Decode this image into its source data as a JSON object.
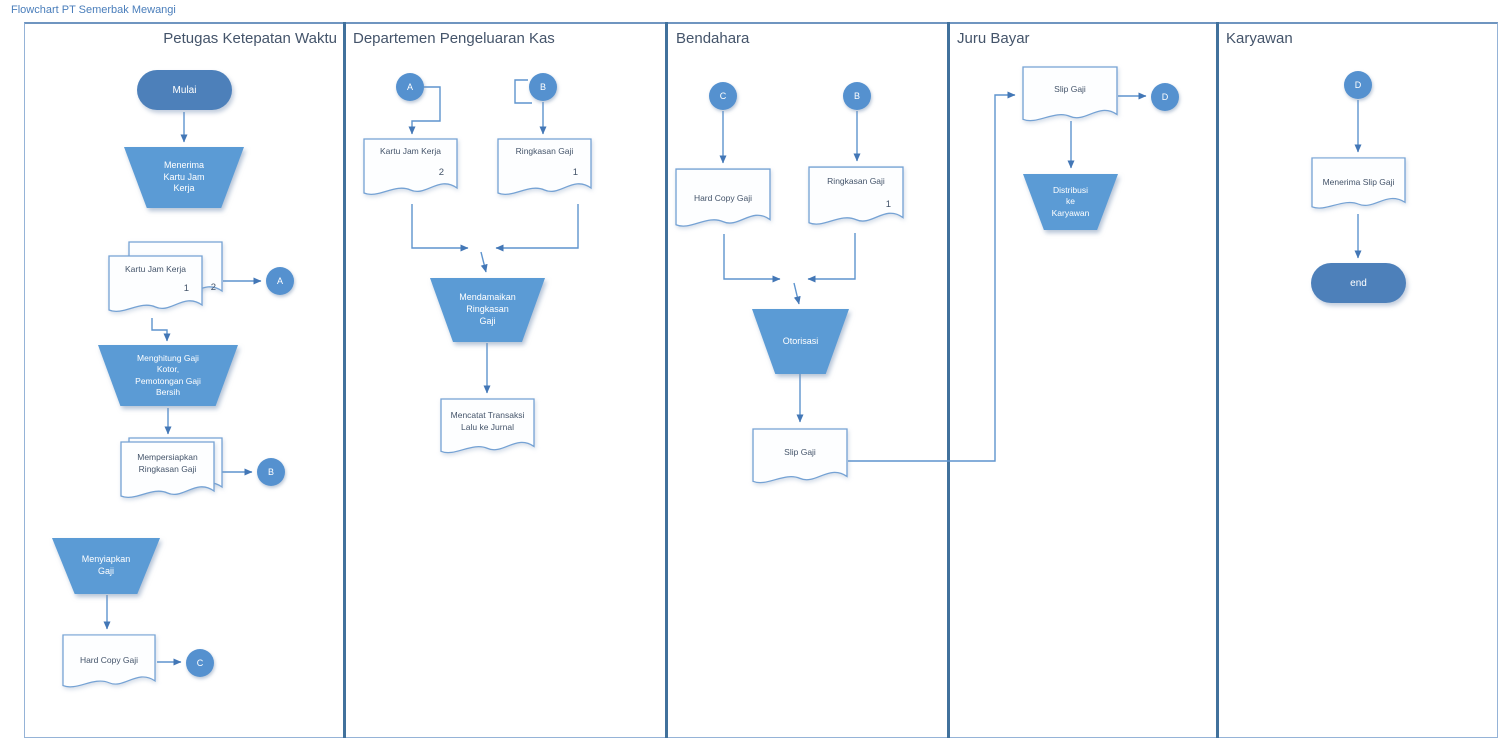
{
  "title": "Flowchart PT Semerbak Mewangi",
  "lanes": [
    {
      "label": "Petugas Ketepatan Waktu"
    },
    {
      "label": "Departemen Pengeluaran Kas"
    },
    {
      "label": "Bendahara"
    },
    {
      "label": "Juru Bayar"
    },
    {
      "label": "Karyawan"
    }
  ],
  "lane1": {
    "start": "Mulai",
    "receive": "Menerima\nKartu Jam\nKerja",
    "doc_kartu": "Kartu Jam Kerja",
    "kartu_page_front": "1",
    "kartu_page_back": "2",
    "conn_a": "A",
    "calc": "Menghitung Gaji\nKotor,\nPemotongan Gaji\nBersih",
    "prepare": "Mempersiapkan\nRingkasan Gaji",
    "conn_b": "B",
    "prep_salary": "Menyiapkan\nGaji",
    "doc_hardcopy": "Hard Copy Gaji",
    "conn_c": "C"
  },
  "lane2": {
    "conn_a": "A",
    "conn_b": "B",
    "doc_kartu": "Kartu Jam Kerja",
    "kartu_page": "2",
    "doc_ringkasan": "Ringkasan Gaji",
    "ringkasan_page": "1",
    "reconcile": "Mendamaikan\nRingkasan\nGaji",
    "record": "Mencatat Transaksi\nLalu ke Jurnal"
  },
  "lane3": {
    "conn_c": "C",
    "conn_b": "B",
    "doc_hardcopy": "Hard Copy Gaji",
    "doc_ringkasan": "Ringkasan Gaji",
    "ringkasan_page": "1",
    "authorize": "Otorisasi",
    "doc_slip": "Slip Gaji"
  },
  "lane4": {
    "doc_slip": "Slip Gaji",
    "conn_d": "D",
    "distribute": "Distribusi\nke\nKaryawan"
  },
  "lane5": {
    "conn_d": "D",
    "doc_receive": "Menerima Slip Gaji",
    "end": "end"
  },
  "colors": {
    "accent": "#5B9BD5",
    "terminator": "#4D80BA",
    "line": "#5E94CE",
    "divider": "#41719C",
    "doc_border": "#75A2D4",
    "text_dark": "#44546A"
  }
}
